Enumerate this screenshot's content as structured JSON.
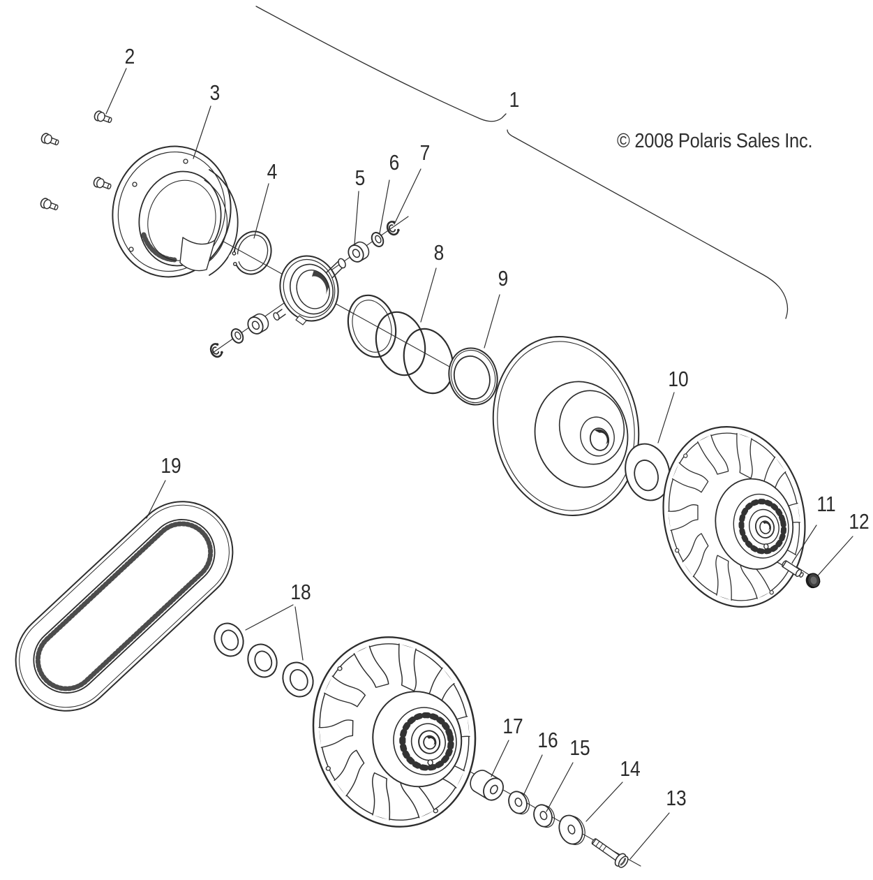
{
  "copyright": "© 2008 Polaris Sales Inc.",
  "colors": {
    "line": "#2d2d2d",
    "background": "#ffffff"
  },
  "callouts": {
    "c1": "1",
    "c2": "2",
    "c3": "3",
    "c4": "4",
    "c5": "5",
    "c6": "6",
    "c7": "7",
    "c8": "8",
    "c9": "9",
    "c10": "10",
    "c11": "11",
    "c12": "12",
    "c13": "13",
    "c14": "14",
    "c15": "15",
    "c16": "16",
    "c17": "17",
    "c18": "18",
    "c19": "19"
  }
}
